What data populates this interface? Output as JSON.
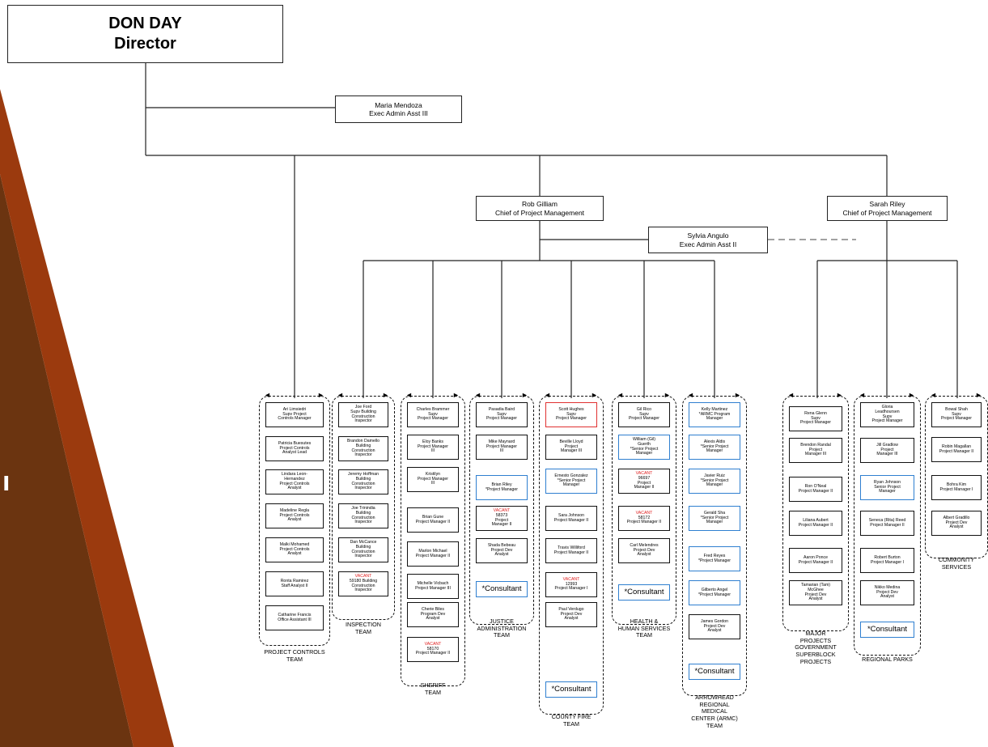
{
  "colors": {
    "deco_dark": "#6b3410",
    "deco_rust": "#9b3a0e",
    "consultant_border": "#2f7fd0",
    "vacant_text": "#e02020"
  },
  "side_marker": "ı",
  "director": {
    "name": "DON DAY",
    "title": "Director"
  },
  "assistant_top": {
    "name": "Maria Mendoza",
    "title": "Exec Admin Asst III"
  },
  "chief_left": {
    "name": "Rob Gilliam",
    "title": "Chief of Project Management"
  },
  "chief_right": {
    "name": "Sarah Riley",
    "title": "Chief of Project Management"
  },
  "assistant_mid": {
    "name": "Sylvia Angulo",
    "title": "Exec Admin Asst II"
  },
  "teams": [
    {
      "label": [
        "PROJECT CONTROLS",
        "TEAM"
      ],
      "cards": [
        {
          "lines": [
            "Ari Limsiedri",
            "Supv Project",
            "Controls Manager"
          ]
        },
        {
          "lines": [
            "Patricia Buesutes",
            "Project Controls",
            "Analyst Lead"
          ]
        },
        {
          "lines": [
            "Lindara Leon-",
            "Hernandez",
            "Project Controls",
            "Analyst"
          ]
        },
        {
          "lines": [
            "Madeline Regla",
            "Project Controls",
            "Analyst"
          ]
        },
        {
          "lines": [
            "Malki Mohamed",
            "Project Controls",
            "Analyst"
          ]
        },
        {
          "lines": [
            "Ronta Ramirez",
            "Staff Analyst II"
          ]
        },
        {
          "lines": [
            "Catharine Francis",
            "Office Assistant III"
          ]
        }
      ]
    },
    {
      "label": [
        "INSPECTION",
        "TEAM"
      ],
      "cards": [
        {
          "lines": [
            "Joe Ford",
            "Supv Building",
            "Construction",
            "Inspector"
          ]
        },
        {
          "lines": [
            "Brandon Damello",
            "Building",
            "Construction",
            "Inspector"
          ]
        },
        {
          "lines": [
            "Jeremy Hoffman",
            "Building",
            "Construction",
            "Inspector"
          ]
        },
        {
          "lines": [
            "Joe Trinindia",
            "Building",
            "Construction",
            "Inspector"
          ]
        },
        {
          "lines": [
            "Dan McCance",
            "Building",
            "Construction",
            "Inspector"
          ]
        },
        {
          "lines": [
            "VACANT",
            "59180 Building",
            "Construction",
            "Inspector"
          ],
          "vacant": true
        }
      ]
    },
    {
      "label": [
        "SHERIFF",
        "TEAM"
      ],
      "cards": [
        {
          "lines": [
            "Charles Brammer",
            "Supv",
            "Project Manager"
          ]
        },
        {
          "lines": [
            "Eloy Banks",
            "Project Manager",
            "III"
          ]
        },
        {
          "lines": [
            "Kristilyn",
            "Project Manager",
            "III"
          ]
        },
        {
          "lines": [
            "Brian Gune",
            "Project Manager II"
          ]
        },
        {
          "lines": [
            "Marlon Michael",
            "Project Manager II"
          ]
        },
        {
          "lines": [
            "Michelle Vicbach",
            "Project Manager III"
          ]
        },
        {
          "lines": [
            "Cherie Biles",
            "Program Dev",
            "Analyst"
          ]
        },
        {
          "lines": [
            "VACANT",
            "58170",
            "Project Manager II"
          ],
          "vacant": true
        }
      ]
    },
    {
      "label": [
        "JUSTICE",
        "ADMINISTRATION",
        "TEAM"
      ],
      "cards": [
        {
          "lines": [
            "Pasadia Baird",
            "Supv",
            "Project Manager"
          ]
        },
        {
          "lines": [
            "Mike Maynard",
            "Project Manager",
            "III"
          ]
        },
        {
          "lines": [
            "Brian Riley",
            "*Project Manager"
          ],
          "style": "blue"
        },
        {
          "lines": [
            "VACANT",
            "58373",
            "Project",
            "Manager II"
          ],
          "vacant": true
        },
        {
          "lines": [
            "Shada Bebeau",
            "Project Dev",
            "Analyst"
          ]
        },
        {
          "lines": [
            "*Consultant"
          ],
          "style": "consult"
        }
      ]
    },
    {
      "label": [
        "COUNTY FIRE",
        "TEAM"
      ],
      "cards": [
        {
          "lines": [
            "Scott Hughes",
            "Supv",
            "Project Manager"
          ],
          "style": "red"
        },
        {
          "lines": [
            "Beville Lloyd",
            "Project",
            "Manager III"
          ]
        },
        {
          "lines": [
            "Ernesto Gonzalez",
            "*Senior Project",
            "Manager"
          ],
          "style": "blue"
        },
        {
          "lines": [
            "Sara Johnson",
            "Project Manager II"
          ]
        },
        {
          "lines": [
            "Travis Williford",
            "Project Manager II"
          ]
        },
        {
          "lines": [
            "VACANT",
            "12993",
            "Project Manager I"
          ],
          "vacant": true
        },
        {
          "lines": [
            "Paul Verdugo",
            "Project Dev",
            "Analyst"
          ]
        },
        {
          "lines": [
            "*Consultant"
          ],
          "style": "consult"
        }
      ]
    },
    {
      "label": [
        "HEALTH &",
        "HUMAN SERVICES",
        "TEAM"
      ],
      "cards": [
        {
          "lines": [
            "Gil Rico",
            "Supv",
            "Project Manager"
          ]
        },
        {
          "lines": [
            "William (Gil)",
            "Guerth",
            "*Senior Project",
            "Manager"
          ],
          "style": "blue"
        },
        {
          "lines": [
            "VACANT",
            "96697",
            "Project",
            "Manager II"
          ],
          "vacant": true
        },
        {
          "lines": [
            "VACANT",
            "58172",
            "Project Manager II"
          ],
          "vacant": true
        },
        {
          "lines": [
            "Carl Melendres",
            "Project Dev",
            "Analyst"
          ]
        },
        {
          "lines": [
            "*Consultant"
          ],
          "style": "consult"
        }
      ]
    },
    {
      "label": [
        "ARROWHEAD",
        "REGIONAL",
        "MEDICAL",
        "CENTER (ARMC)",
        "TEAM"
      ],
      "cards": [
        {
          "lines": [
            "Kelly Martinez",
            "*ARMC Program",
            "Manager"
          ],
          "style": "blue"
        },
        {
          "lines": [
            "Alexis Aldis",
            "*Senior Project",
            "Manager"
          ],
          "style": "blue"
        },
        {
          "lines": [
            "Javier Ruiz",
            "*Senior Project",
            "Manager"
          ],
          "style": "blue"
        },
        {
          "lines": [
            "Gerald Sha",
            "*Senior Project",
            "Manager"
          ],
          "style": "blue"
        },
        {
          "lines": [
            "Fred Reyes",
            "*Project Manager"
          ],
          "style": "blue"
        },
        {
          "lines": [
            "Gilberto Angel",
            "*Project Manager"
          ],
          "style": "blue"
        },
        {
          "lines": [
            "James Gordon",
            "Project Dev",
            "Analyst"
          ]
        },
        {
          "lines": [
            "*Consultant"
          ],
          "style": "consult"
        }
      ]
    },
    {
      "label": [
        "MAJOR",
        "PROJECTS",
        "GOVERNMENT",
        "SUPERBLOCK",
        "PROJECTS"
      ],
      "cards": [
        {
          "lines": [
            "Rena Glenn",
            "Supv",
            "Project Manager"
          ]
        },
        {
          "lines": [
            "Brendon Randal",
            "Project",
            "Manager III"
          ]
        },
        {
          "lines": [
            "Ron O'Neal",
            "Project Manager II"
          ]
        },
        {
          "lines": [
            "Liliana Aubert",
            "Project Manager II"
          ]
        },
        {
          "lines": [
            "Aaron Ponce",
            "Project Manager II"
          ]
        },
        {
          "lines": [
            "Tamarian (Tam)",
            "McGhee",
            "Project Dev",
            "Analyst"
          ]
        }
      ]
    },
    {
      "label": [
        "REGIONAL PARKS"
      ],
      "cards": [
        {
          "lines": [
            "Gloria",
            "Leadhoursen",
            "Supv",
            "Project Manager"
          ]
        },
        {
          "lines": [
            "Jill Gradlow",
            "Project",
            "Manager III"
          ]
        },
        {
          "lines": [
            "Ryan Johnson",
            "Senior Project",
            "Manager"
          ],
          "style": "blue"
        },
        {
          "lines": [
            "Seneca (Rita) Reed",
            "Project Manager II"
          ]
        },
        {
          "lines": [
            "Robert Burton",
            "Project Manager I"
          ]
        },
        {
          "lines": [
            "Nikko Medina",
            "Project Dev",
            "Analyst"
          ]
        },
        {
          "lines": [
            "*Consultant"
          ],
          "style": "consult"
        }
      ]
    },
    {
      "label": [
        "COMMUNITY",
        "SERVICES"
      ],
      "cards": [
        {
          "lines": [
            "Bowal Shah",
            "Supv",
            "Project Manager"
          ]
        },
        {
          "lines": [
            "Robin Magallan",
            "Project Manager II"
          ]
        },
        {
          "lines": [
            "Bohra Kim",
            "Project Manager I"
          ]
        },
        {
          "lines": [
            "Albert Gradillo",
            "Project Dev",
            "Analyst"
          ]
        }
      ]
    }
  ]
}
